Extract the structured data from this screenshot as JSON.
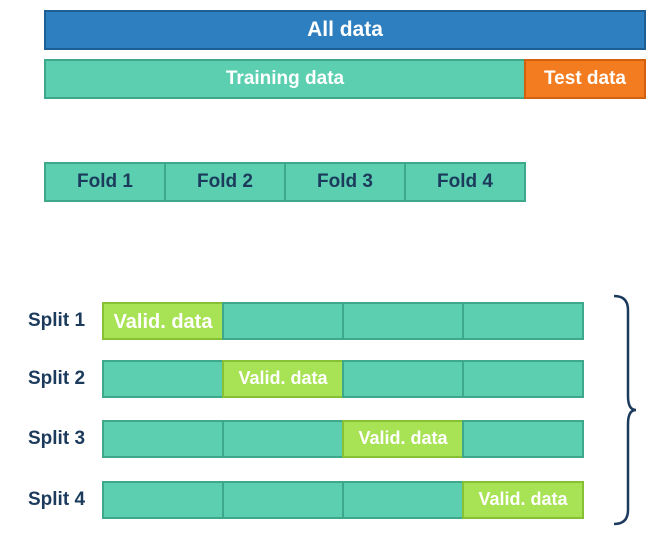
{
  "top": {
    "all": "All data",
    "train": "Training data",
    "test": "Test data"
  },
  "folds": [
    "Fold 1",
    "Fold 2",
    "Fold 3",
    "Fold 4"
  ],
  "splits": [
    {
      "label": "Split 1",
      "valid_index": 0,
      "valid_text": "Valid. data"
    },
    {
      "label": "Split 2",
      "valid_index": 1,
      "valid_text": "Valid. data"
    },
    {
      "label": "Split 3",
      "valid_index": 2,
      "valid_text": "Valid. data"
    },
    {
      "label": "Split 4",
      "valid_index": 3,
      "valid_text": "Valid. data"
    }
  ],
  "colors": {
    "all": "#2d7fbf",
    "train": "#5bcfb0",
    "test": "#f47c20",
    "valid": "#a8e255",
    "text_dark": "#1b3a5c",
    "brace": "#1b3a5c"
  }
}
